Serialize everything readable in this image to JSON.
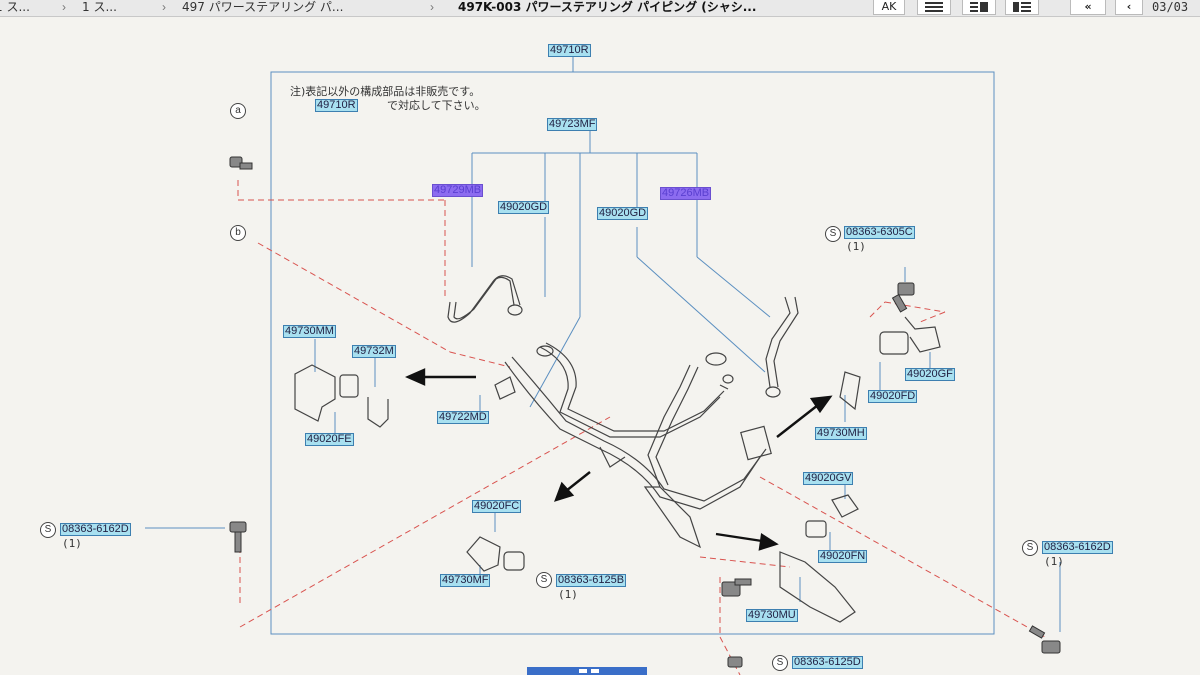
{
  "breadcrumb": {
    "item1": "1 ス...",
    "item2": "497 パワーステアリング パ...",
    "item3": "497K-003 パワーステアリング パイピング (シャシ..."
  },
  "toolbar": {
    "ak_label": "AK"
  },
  "pager": {
    "page": "03/03"
  },
  "note": {
    "line1": "注)表記以外の構成部品は非販売です。",
    "line2_ref": "49710R",
    "line2_text": "で対応して下さい。"
  },
  "symbols": {
    "a": "a",
    "b": "b",
    "s": "S"
  },
  "parts": {
    "assy_top": "49710R",
    "hose_group": "49723MF",
    "hl_left": "49729MB",
    "hl_right": "49726MB",
    "gd_left": "49020GD",
    "gd_right": "49020GD",
    "mm": "49730MM",
    "m732": "49732M",
    "fe": "49020FE",
    "md": "49722MD",
    "fc": "49020FC",
    "mf": "49730MF",
    "b6125": "08363-6125B",
    "d6162_left": "08363-6162D",
    "d6162_right": "08363-6162D",
    "c6305": "08363-6305C",
    "gf": "49020GF",
    "fd": "49020FD",
    "mh": "49730MH",
    "gv": "49020GV",
    "fn": "49020FN",
    "mu": "49730MU",
    "bottom": "08363-6125D"
  },
  "qty": {
    "one": "(1)"
  },
  "colors": {
    "accent": "#3d7fb0",
    "highlight": "#8c6cf0",
    "leader_red": "#d9534f"
  }
}
